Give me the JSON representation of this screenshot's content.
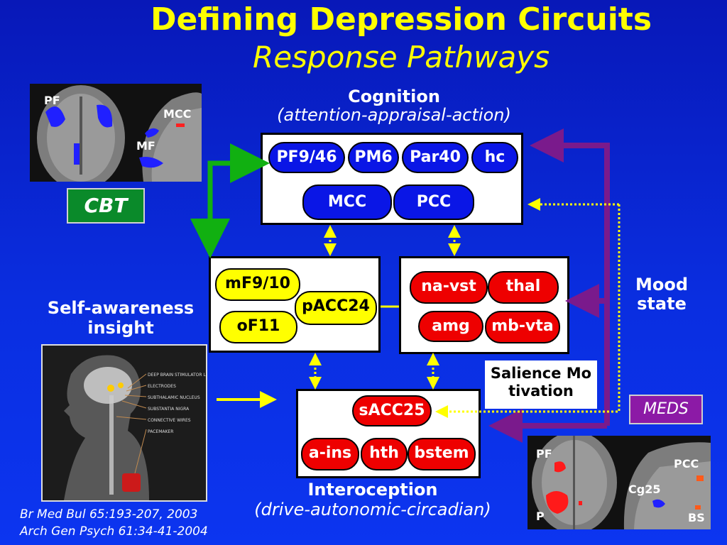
{
  "title": "Defining Depression Circuits",
  "subtitle": "Response Pathways",
  "cognition": {
    "heading": "Cognition",
    "subheading": "(attention-appraisal-action)",
    "nodes": [
      "PF9/46",
      "PM6",
      "Par40",
      "hc",
      "MCC",
      "PCC"
    ]
  },
  "limbic_left": {
    "nodes": [
      "mF9/10",
      "pACC24",
      "oF11"
    ]
  },
  "limbic_right": {
    "nodes": [
      "na-vst",
      "thal",
      "amg",
      "mb-vta"
    ]
  },
  "interoception": {
    "heading": "Interoception",
    "subheading": "(drive-autonomic-circadian)",
    "nodes": [
      "sACC25",
      "a-ins",
      "hth",
      "bstem"
    ]
  },
  "labels": {
    "cbt": "CBT",
    "self_awareness": "Self-awareness insight",
    "mood_state": "Mood state",
    "salience": "Salience Motivation",
    "meds": "MEDS"
  },
  "brain_top_labels": [
    "PF",
    "MCC",
    "MF"
  ],
  "brain_bottom_labels": [
    "PF",
    "P",
    "PCC",
    "Cg25",
    "BS"
  ],
  "dbs_labels": [
    "DEEP BRAIN STIMULATOR LEAD",
    "ELECTRODES",
    "SUBTHALAMIC NUCLEUS",
    "SUBSTANTIA NIGRA",
    "CONNECTIVE WIRES",
    "PACEMAKER"
  ],
  "references": [
    "Br Med Bul 65:193-207, 2003",
    "Arch Gen Psych 61:34-41-2004"
  ],
  "colors": {
    "title": "#ffff00",
    "background": "#0a2ee0",
    "cbt_box": "#0a8a2a",
    "meds_box": "#8c1aa6",
    "pill_blue": "#0a16e6",
    "pill_yellow": "#ffff00",
    "pill_red": "#ee0000",
    "arrow_green": "#11b011",
    "arrow_purple": "#7a1a8c",
    "arrow_yellow": "#ffff00"
  }
}
